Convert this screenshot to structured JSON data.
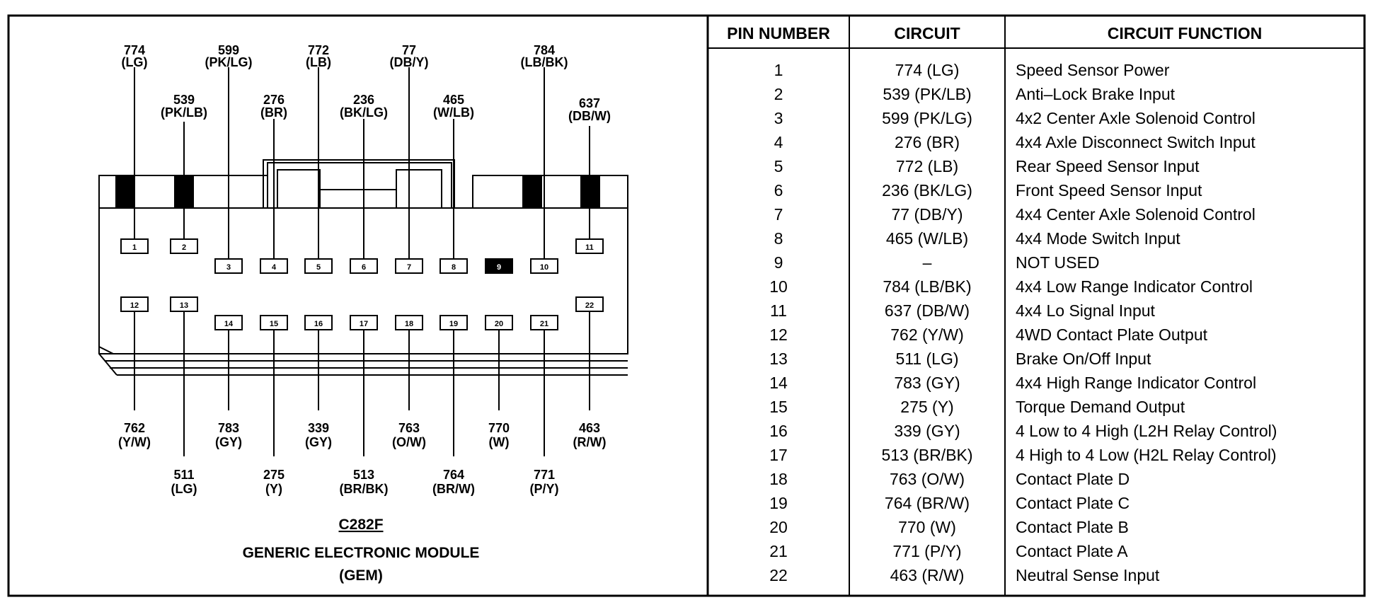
{
  "connector": {
    "id": "C282F",
    "title_line1": "GENERIC ELECTRONIC MODULE",
    "title_line2": "(GEM)"
  },
  "pins": [
    {
      "pin": "1",
      "wire": "774",
      "color": "(LG)",
      "circuit": "774 (LG)",
      "function": "Speed Sensor Power"
    },
    {
      "pin": "2",
      "wire": "539",
      "color": "(PK/LB)",
      "circuit": "539 (PK/LB)",
      "function": "Anti–Lock Brake Input"
    },
    {
      "pin": "3",
      "wire": "599",
      "color": "(PK/LG)",
      "circuit": "599 (PK/LG)",
      "function": "4x2 Center Axle Solenoid Control"
    },
    {
      "pin": "4",
      "wire": "276",
      "color": "(BR)",
      "circuit": "276 (BR)",
      "function": "4x4 Axle Disconnect Switch Input"
    },
    {
      "pin": "5",
      "wire": "772",
      "color": "(LB)",
      "circuit": "772 (LB)",
      "function": "Rear Speed Sensor Input"
    },
    {
      "pin": "6",
      "wire": "236",
      "color": "(BK/LG)",
      "circuit": "236 (BK/LG)",
      "function": "Front Speed Sensor Input"
    },
    {
      "pin": "7",
      "wire": "77",
      "color": "(DB/Y)",
      "circuit": "77 (DB/Y)",
      "function": "4x4 Center Axle Solenoid Control"
    },
    {
      "pin": "8",
      "wire": "465",
      "color": "(W/LB)",
      "circuit": "465 (W/LB)",
      "function": "4x4 Mode Switch Input"
    },
    {
      "pin": "9",
      "wire": "",
      "color": "",
      "circuit": "–",
      "function": "NOT USED"
    },
    {
      "pin": "10",
      "wire": "784",
      "color": "(LB/BK)",
      "circuit": "784 (LB/BK)",
      "function": "4x4 Low Range Indicator Control"
    },
    {
      "pin": "11",
      "wire": "637",
      "color": "(DB/W)",
      "circuit": "637 (DB/W)",
      "function": "4x4 Lo Signal Input"
    },
    {
      "pin": "12",
      "wire": "762",
      "color": "(Y/W)",
      "circuit": "762 (Y/W)",
      "function": "4WD Contact Plate Output"
    },
    {
      "pin": "13",
      "wire": "511",
      "color": "(LG)",
      "circuit": "511 (LG)",
      "function": "Brake On/Off Input"
    },
    {
      "pin": "14",
      "wire": "783",
      "color": "(GY)",
      "circuit": "783 (GY)",
      "function": "4x4 High Range Indicator Control"
    },
    {
      "pin": "15",
      "wire": "275",
      "color": "(Y)",
      "circuit": "275 (Y)",
      "function": "Torque Demand Output"
    },
    {
      "pin": "16",
      "wire": "339",
      "color": "(GY)",
      "circuit": "339 (GY)",
      "function": "4 Low to 4 High (L2H Relay Control)"
    },
    {
      "pin": "17",
      "wire": "513",
      "color": "(BR/BK)",
      "circuit": "513 (BR/BK)",
      "function": "4 High to 4 Low (H2L Relay Control)"
    },
    {
      "pin": "18",
      "wire": "763",
      "color": "(O/W)",
      "circuit": "763 (O/W)",
      "function": "Contact Plate D"
    },
    {
      "pin": "19",
      "wire": "764",
      "color": "(BR/W)",
      "circuit": "764 (BR/W)",
      "function": "Contact Plate C"
    },
    {
      "pin": "20",
      "wire": "770",
      "color": "(W)",
      "circuit": "770 (W)",
      "function": "Contact Plate B"
    },
    {
      "pin": "21",
      "wire": "771",
      "color": "(P/Y)",
      "circuit": "771 (P/Y)",
      "function": "Contact Plate A"
    },
    {
      "pin": "22",
      "wire": "463",
      "color": "(R/W)",
      "circuit": "463 (R/W)",
      "function": "Neutral Sense Input"
    }
  ],
  "table": {
    "headers": [
      "PIN NUMBER",
      "CIRCUIT",
      "CIRCUIT FUNCTION"
    ]
  },
  "colors": {
    "ink": "#000000",
    "paper": "#ffffff",
    "unused_pin_fill": "#000000"
  }
}
